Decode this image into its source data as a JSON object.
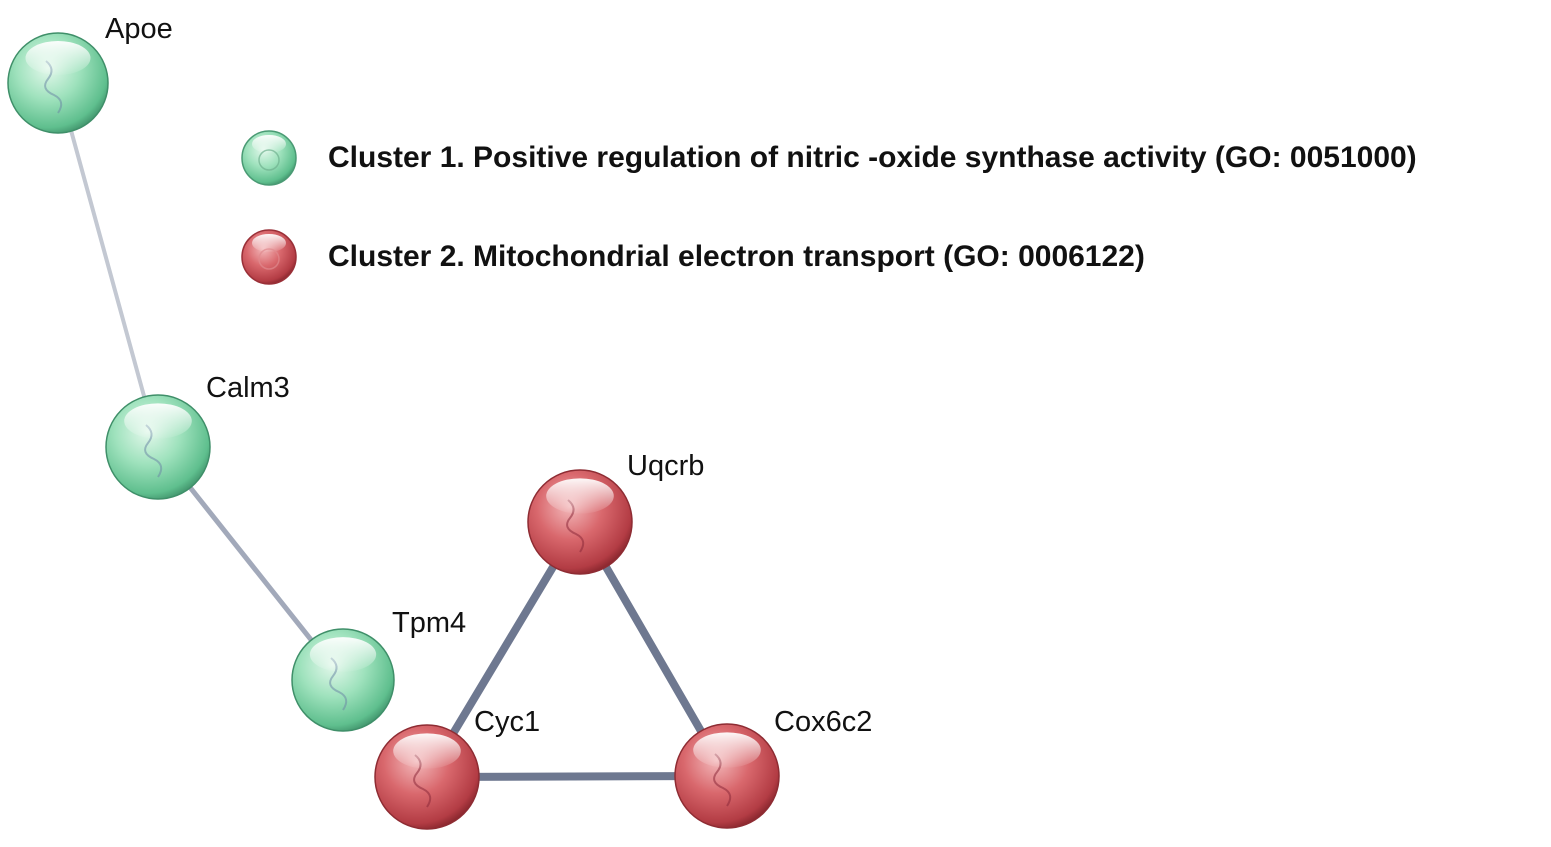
{
  "colors": {
    "cluster1": "#8fdcb0",
    "cluster2": "#d25c62",
    "edge_weak": "#c3c8d2",
    "edge_medium": "#a2a9ba",
    "edge_strong": "#6e7890"
  },
  "legend": [
    {
      "id": "cluster1",
      "label": "Cluster 1. Positive regulation of nitric -oxide synthase activity (GO: 0051000)"
    },
    {
      "id": "cluster2",
      "label": "Cluster 2. Mitochondrial electron transport (GO: 0006122)"
    }
  ],
  "nodes": [
    {
      "id": "apoe",
      "label": "Apoe",
      "cluster": "cluster1"
    },
    {
      "id": "calm3",
      "label": "Calm3",
      "cluster": "cluster1"
    },
    {
      "id": "tpm4",
      "label": "Tpm4",
      "cluster": "cluster1"
    },
    {
      "id": "uqcrb",
      "label": "Uqcrb",
      "cluster": "cluster2"
    },
    {
      "id": "cyc1",
      "label": "Cyc1",
      "cluster": "cluster2"
    },
    {
      "id": "cox6c2",
      "label": "Cox6c2",
      "cluster": "cluster2"
    }
  ],
  "edges": [
    {
      "source": "apoe",
      "target": "calm3",
      "strength": "weak"
    },
    {
      "source": "calm3",
      "target": "tpm4",
      "strength": "medium"
    },
    {
      "source": "uqcrb",
      "target": "cyc1",
      "strength": "strong"
    },
    {
      "source": "uqcrb",
      "target": "cox6c2",
      "strength": "strong"
    },
    {
      "source": "cyc1",
      "target": "cox6c2",
      "strength": "strong"
    }
  ]
}
